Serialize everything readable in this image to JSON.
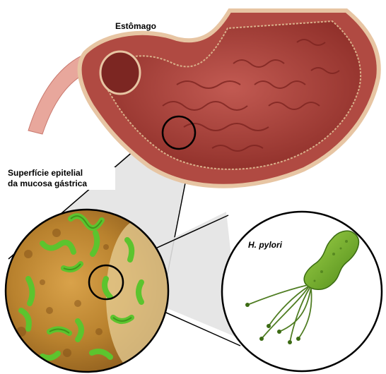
{
  "labels": {
    "stomach": "Estômago",
    "epithelial_surface_line1": "Superfície epitelial",
    "epithelial_surface_line2": "da mucosa gástrica",
    "bacterium": "H. pylori"
  },
  "colors": {
    "stomach_wall": "#b8534a",
    "stomach_lining": "#a83a32",
    "stomach_lining_fold": "#8c2a25",
    "serosa_border": "#e8c7a8",
    "esophagus": "#e39a8f",
    "mucosa_tan": "#c9953f",
    "mucosa_light": "#e6c98a",
    "bacteria_green": "#6fcf3a",
    "bacteria_dark": "#2f7a14",
    "hpylori_body": "#78b52a",
    "flagella": "#4f7d22",
    "leader_line": "#000000",
    "projection": "#d9d9d9"
  }
}
